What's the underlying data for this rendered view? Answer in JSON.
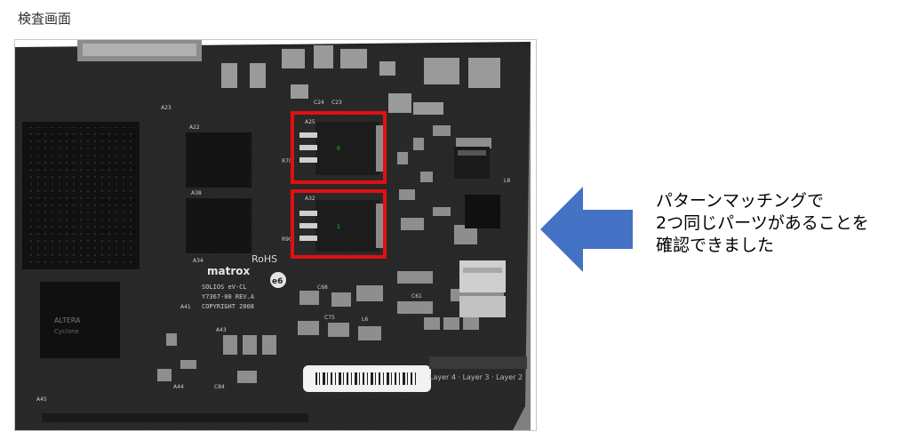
{
  "page": {
    "title": "検査画面"
  },
  "inspection_image": {
    "match_labels": [
      "0",
      "1"
    ],
    "match_box_color": "#e01010",
    "part_labels": [
      "A25",
      "A22",
      "A23",
      "A32",
      "A34",
      "A38",
      "A41",
      "A43",
      "A44",
      "A45",
      "C24",
      "C23",
      "C68",
      "C75",
      "C61",
      "L6",
      "L8",
      "R70",
      "R90",
      "C84"
    ],
    "logo_text": "matrox",
    "board_text": [
      "SOLIOS eV-CL",
      "Y7367-00 REV.A",
      "COPYRIGHT 2008"
    ],
    "rohs_text": "RoHS",
    "e6_text": "e6",
    "layer_text": "Layer 4 · Layer 3 · Layer 2",
    "chip_text": [
      "ALTERA",
      "Cyclone"
    ]
  },
  "arrow": {
    "icon": "left-arrow-icon",
    "color": "#4472c4"
  },
  "caption": {
    "lines": [
      "パターンマッチングで",
      "2つ同じパーツがあることを",
      "確認できました"
    ]
  }
}
